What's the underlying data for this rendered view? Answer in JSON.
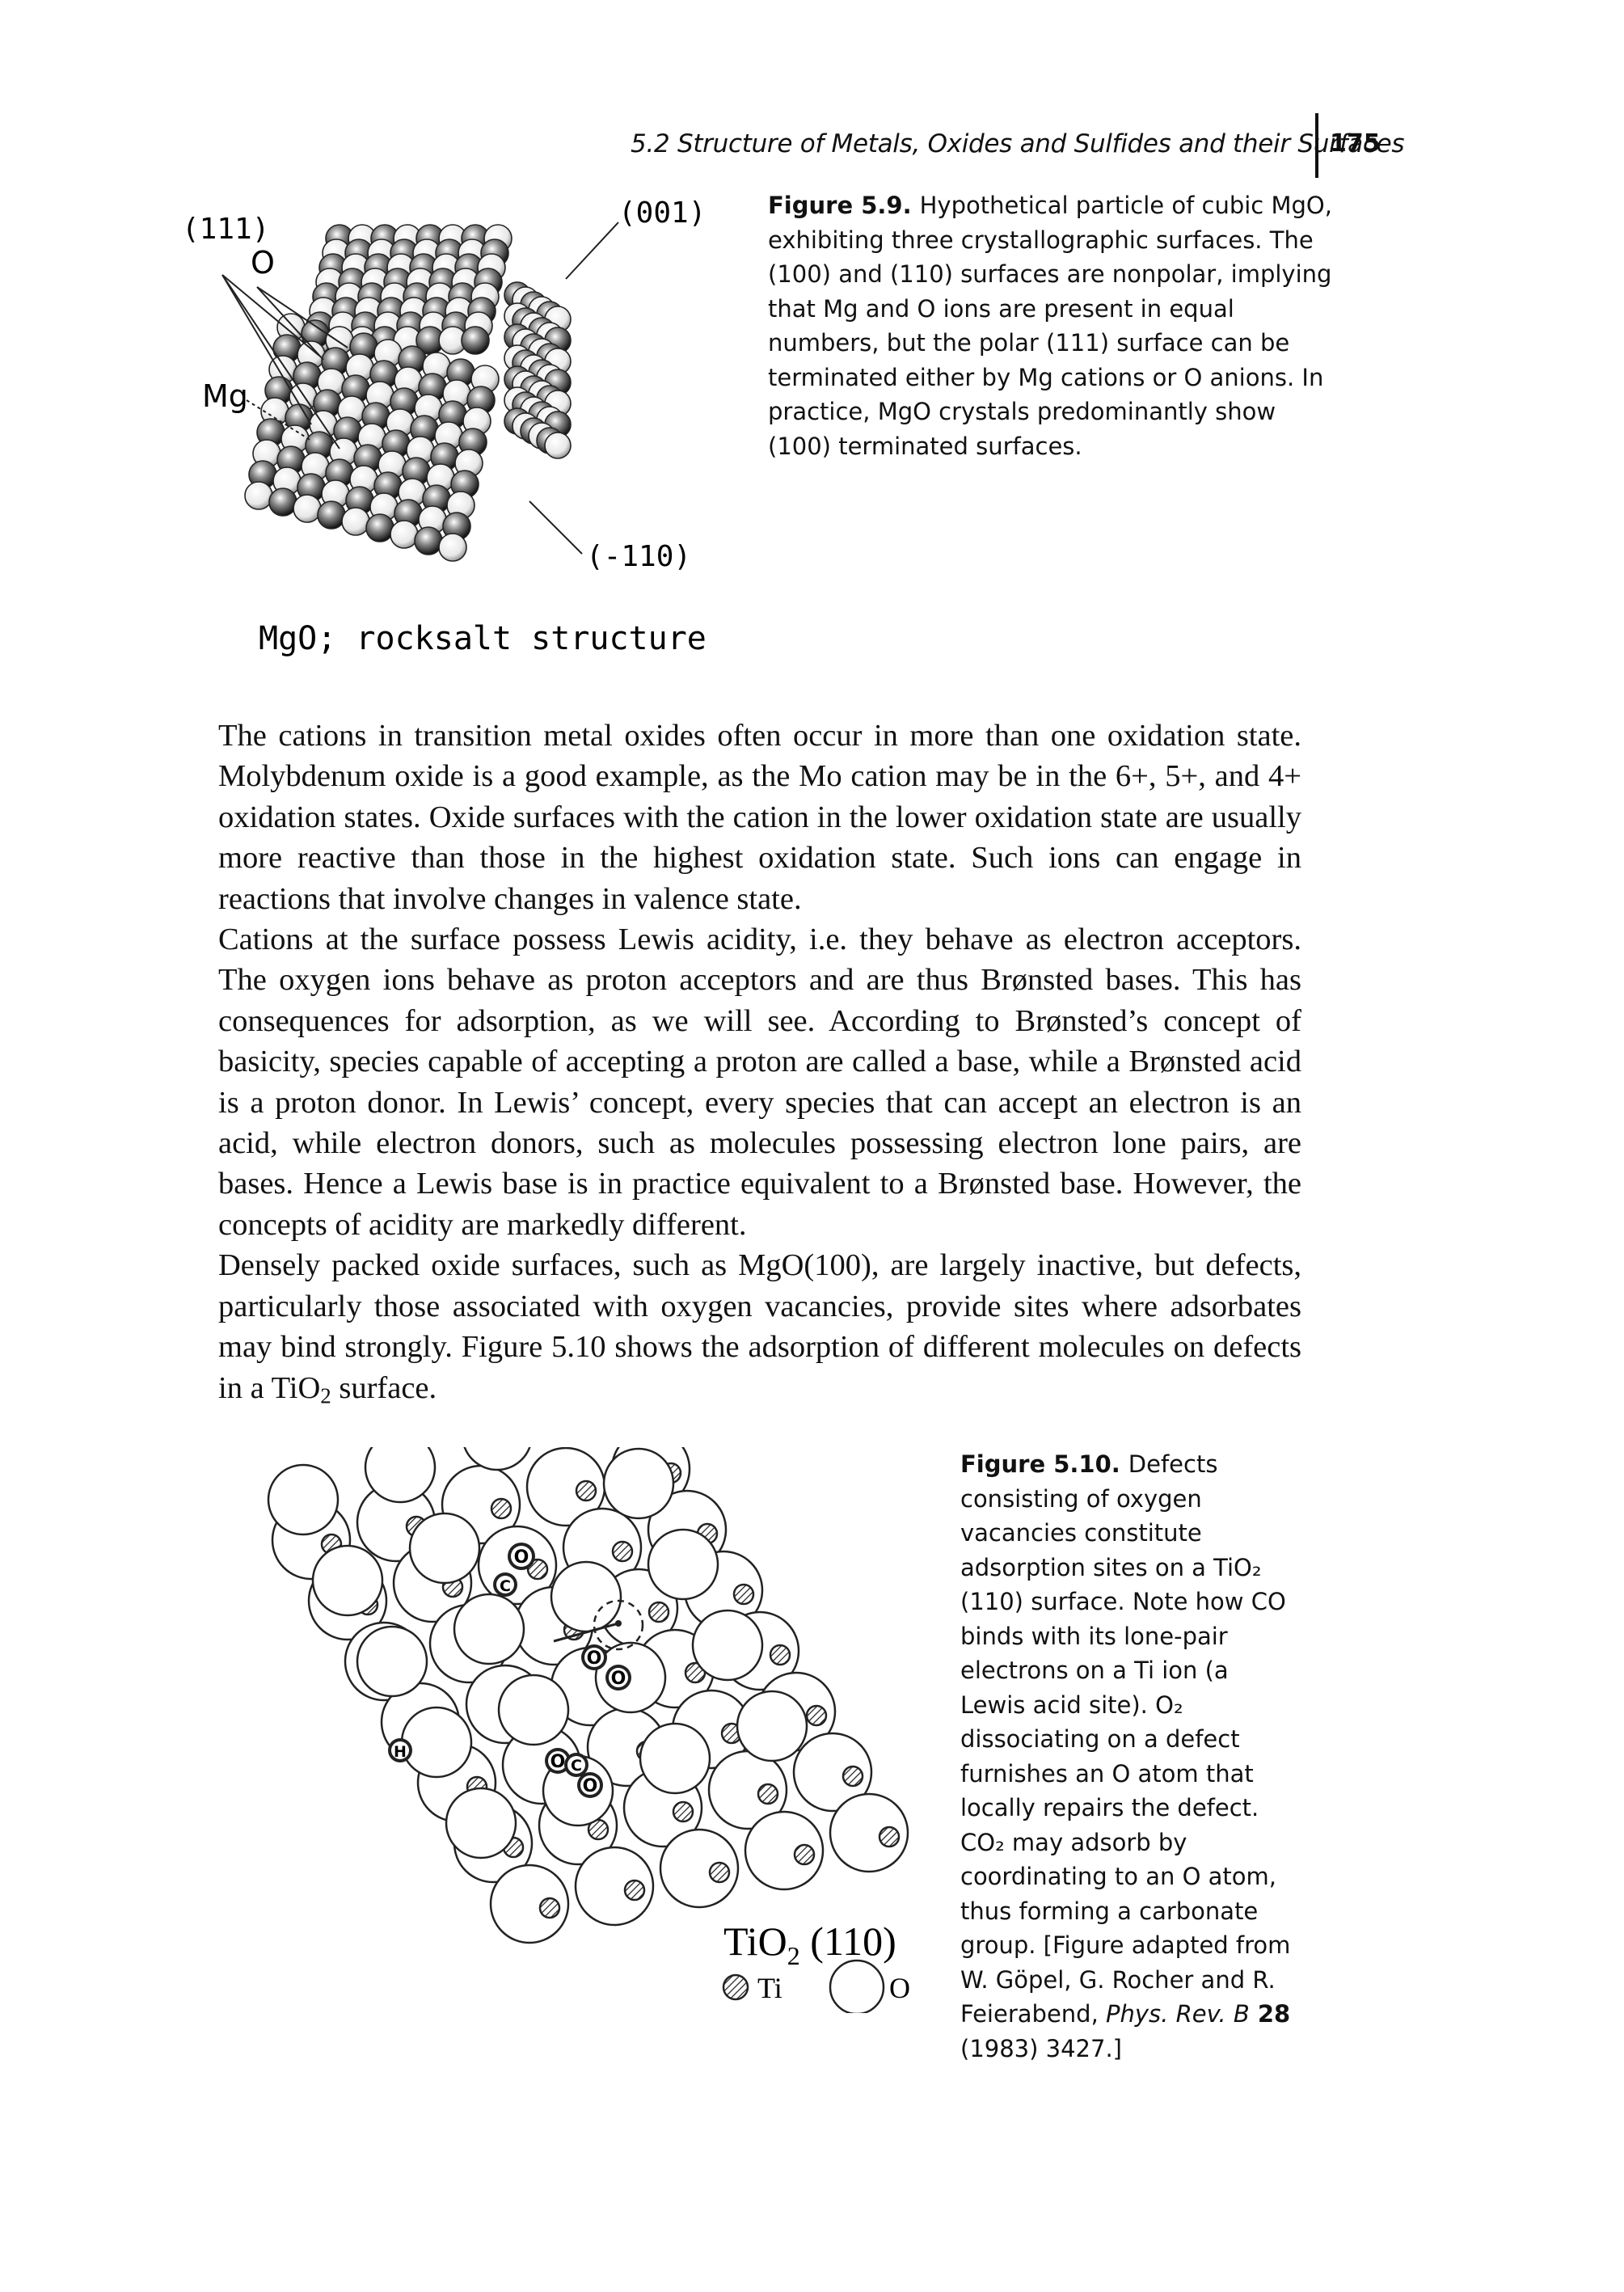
{
  "header": {
    "running_head": "5.2 Structure of Metals, Oxides and Sulfides and their Surfaces",
    "page_number": "175"
  },
  "figure_5_9": {
    "labels": {
      "face_111": "(111)",
      "face_001": "(001)",
      "face_m110": "(-110)",
      "atom_o": "O",
      "atom_mg": "Mg",
      "structure": "MgO; rocksalt structure"
    },
    "caption_label": "Figure 5.9.",
    "caption_text": "Hypothetical particle of cubic MgO, exhibiting three crystallographic surfaces. The (100) and (110) surfaces are nonpolar, implying that Mg and O ions are present in equal numbers, but the polar (111) surface can be terminated either by Mg cations or O anions. In practice, MgO crystals predominantly show (100) terminated surfaces."
  },
  "body": {
    "p1": "The cations in transition metal oxides often occur in more than one oxidation state. Molybdenum oxide is a good example, as the Mo cation may be in the 6+, 5+, and 4+ oxidation states. Oxide surfaces with the cation in the lower oxidation state are usually more reactive than those in the highest oxidation state. Such ions can engage in reactions that involve changes in valence state.",
    "p2": "Cations at the surface possess Lewis acidity, i.e. they behave as electron acceptors. The oxygen ions behave as proton acceptors and are thus Brønsted bases. This has consequences for adsorption, as we will see. According to Brønsted’s concept of basicity, species capable of accepting a proton are called a base, while a Brønsted acid is a proton donor. In Lewis’ concept, every species that can accept an electron is an acid, while electron donors, such as molecules possessing electron lone pairs, are bases. Hence a Lewis base is in practice equivalent to a Brønsted base. However, the concepts of acidity are markedly different.",
    "p3_start": "Densely packed oxide surfaces, such as MgO(100), are largely inactive, but defects, particularly those associated with oxygen vacancies, provide sites where adsorbates may bind strongly. Figure 5.10 shows the adsorption of different molecules on defects in a TiO",
    "p3_sub": "2",
    "p3_end": " surface."
  },
  "figure_5_10": {
    "labels": {
      "tio2": "TiO",
      "tio2_sub": "2",
      "tio2_face": " (110)",
      "legend_ti": "Ti",
      "legend_o": "O",
      "ads_o": "O",
      "ads_c": "C",
      "ads_h": "H"
    },
    "caption_label": "Figure 5.10.",
    "caption_text": "Defects consisting of oxygen vacancies constitute adsorption sites on a TiO₂ (110) surface. Note how CO binds with its lone-pair electrons on a Ti ion (a Lewis acid site). O₂ dissociating on a defect furnishes an O atom that locally repairs the defect. CO₂ may adsorb by coordinating to an O atom, thus forming a carbonate group. [Figure adapted from W. Göpel, G. Rocher and R. Feierabend, ",
    "caption_journal": "Phys. Rev. B",
    "caption_volume": " 28",
    "caption_tail": " (1983) 3427.]"
  }
}
